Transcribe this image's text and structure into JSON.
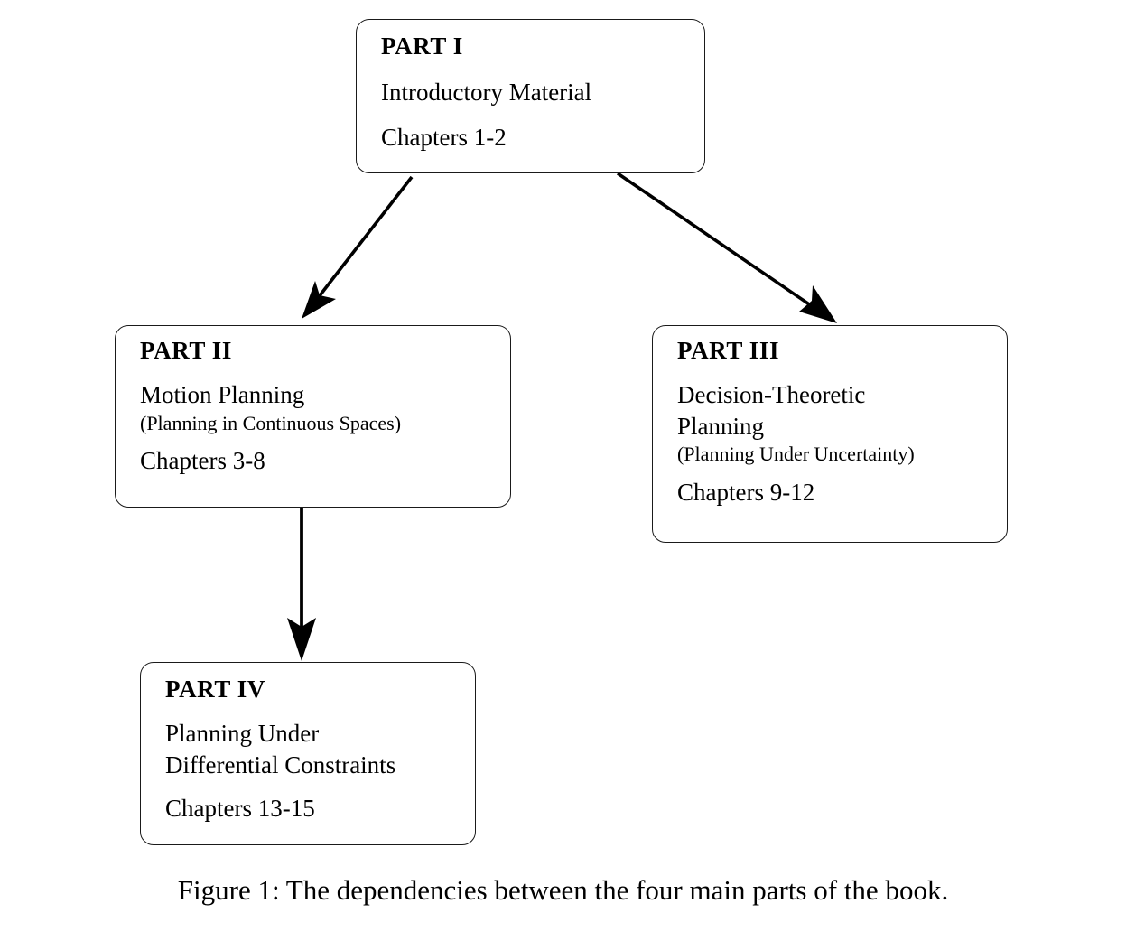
{
  "figure": {
    "caption": "Figure 1: The dependencies between the four main parts of the book.",
    "background_color": "#ffffff",
    "stroke_color": "#1a1a1a",
    "text_color": "#000000"
  },
  "nodes": [
    {
      "id": "part-1",
      "label": "PART I",
      "title_lines": [
        "Introductory Material"
      ],
      "paren": "",
      "chapters": "Chapters 1-2"
    },
    {
      "id": "part-2",
      "label": "PART II",
      "title_lines": [
        "Motion Planning"
      ],
      "paren": "(Planning in Continuous Spaces)",
      "chapters": "Chapters 3-8"
    },
    {
      "id": "part-3",
      "label": "PART III",
      "title_lines": [
        "Decision-Theoretic",
        "Planning"
      ],
      "paren": "(Planning Under Uncertainty)",
      "chapters": "Chapters 9-12"
    },
    {
      "id": "part-4",
      "label": "PART IV",
      "title_lines": [
        "Planning Under",
        "Differential Constraints"
      ],
      "paren": "",
      "chapters": "Chapters 13-15"
    }
  ],
  "edges": [
    {
      "id": "edge-1-to-2",
      "from": "part-1",
      "to": "part-2",
      "kind": "arrow-diagonal-left"
    },
    {
      "id": "edge-1-to-3",
      "from": "part-1",
      "to": "part-3",
      "kind": "arrow-diagonal-right"
    },
    {
      "id": "edge-2-to-4",
      "from": "part-2",
      "to": "part-4",
      "kind": "arrow-vertical"
    }
  ]
}
